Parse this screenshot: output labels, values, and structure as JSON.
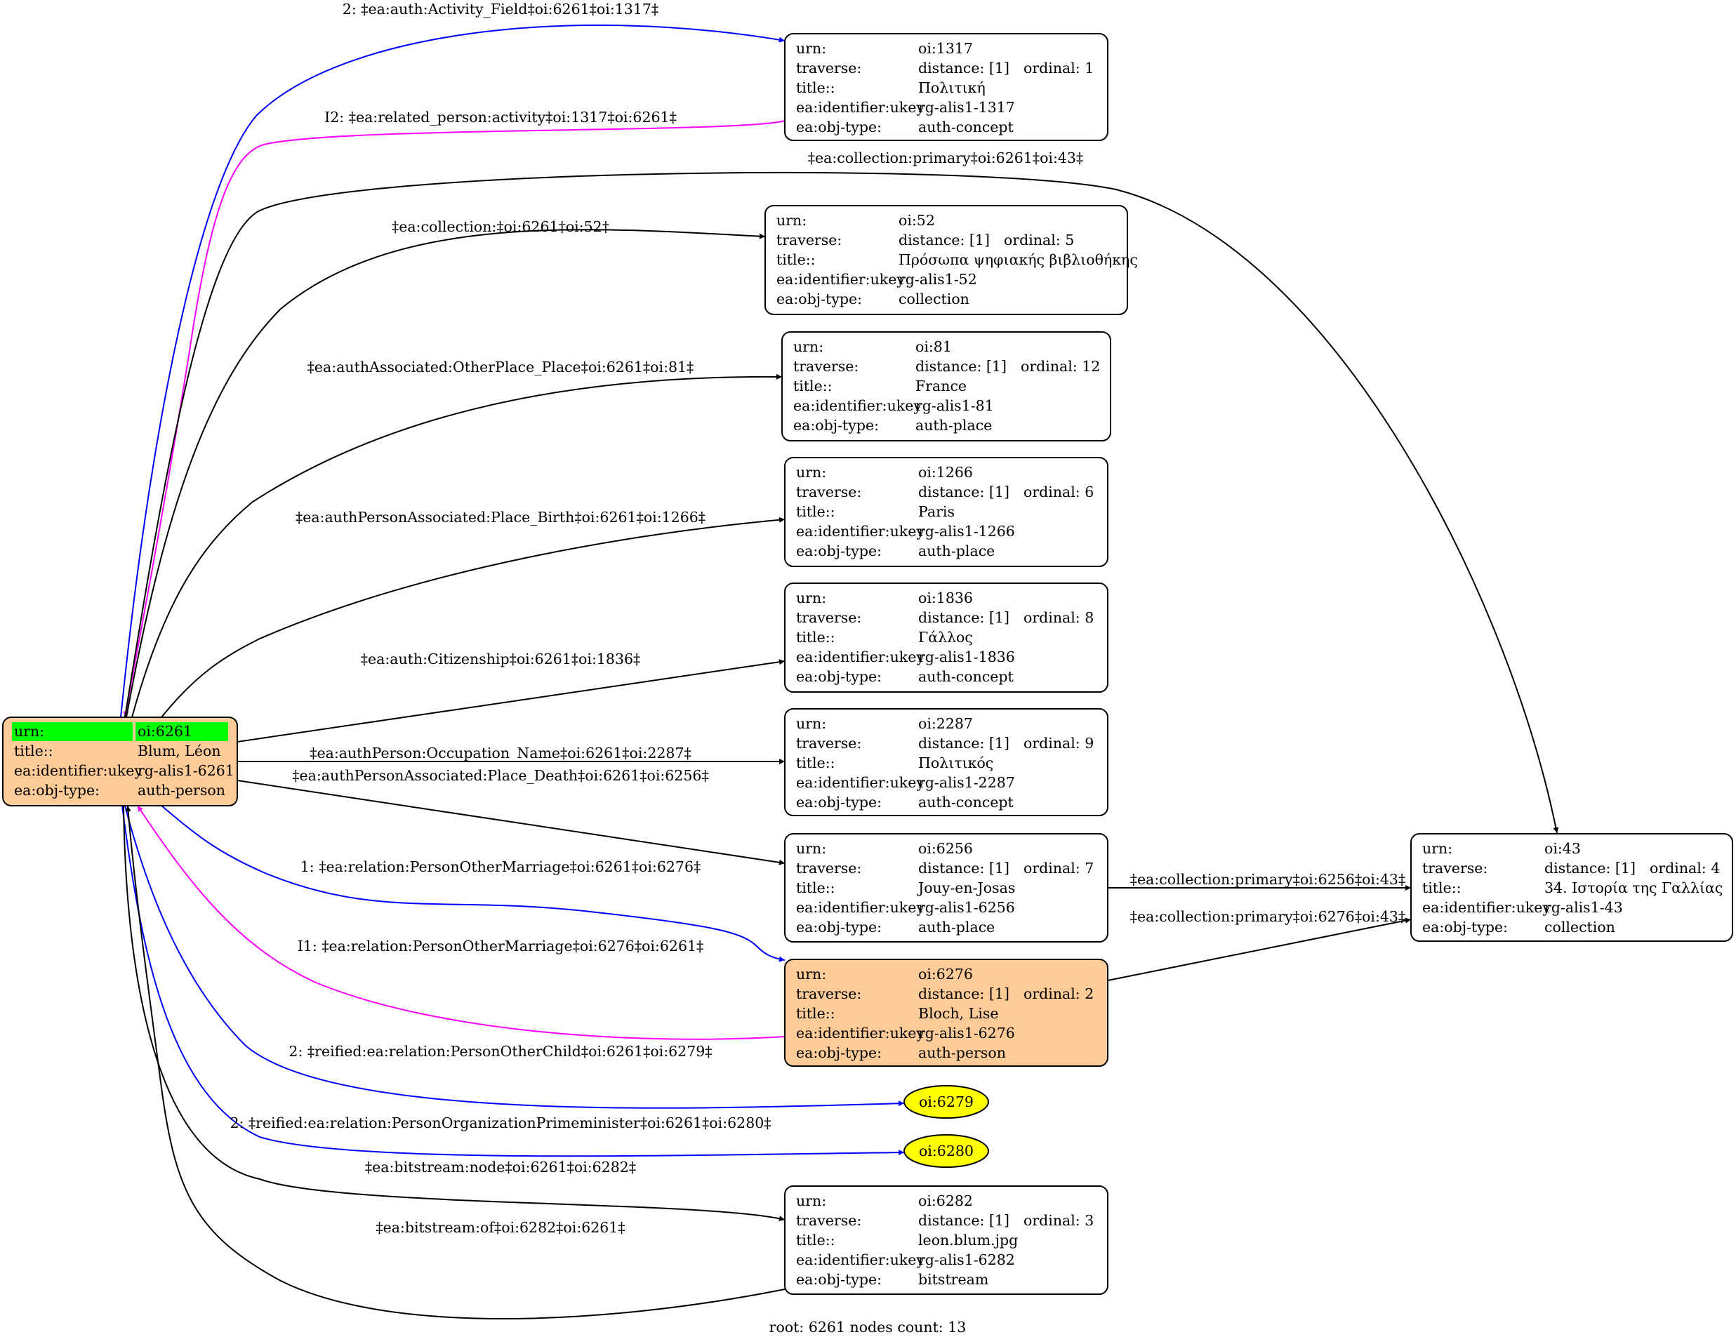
{
  "footer": "root: 6261 nodes count: 13",
  "colors": {
    "root_fill": "#ffcc99",
    "root_highlight": "#00ff00",
    "leaf_fill": "#ffff00",
    "edge_default": "#000000",
    "edge_forward": "#0000ff",
    "edge_inverse": "#ff00ff"
  },
  "root": {
    "id": "6261",
    "rows": [
      {
        "key": "urn:",
        "value": "oi:6261"
      },
      {
        "key": "title::",
        "value": "Blum, Léon"
      },
      {
        "key": "ea:identifier:ukey",
        "value": "rg-alis1-6261"
      },
      {
        "key": "ea:obj-type:",
        "value": "auth-person"
      }
    ]
  },
  "nodes": [
    {
      "id": "1317",
      "rows": [
        {
          "key": "urn:",
          "value": "oi:1317"
        },
        {
          "key": "traverse:",
          "value": "distance: [1]",
          "extra": "ordinal: 1"
        },
        {
          "key": "title::",
          "value": "Πολιτική"
        },
        {
          "key": "ea:identifier:ukey",
          "value": "rg-alis1-1317"
        },
        {
          "key": "ea:obj-type:",
          "value": "auth-concept"
        }
      ]
    },
    {
      "id": "52",
      "rows": [
        {
          "key": "urn:",
          "value": "oi:52"
        },
        {
          "key": "traverse:",
          "value": "distance: [1]",
          "extra": "ordinal: 5"
        },
        {
          "key": "title::",
          "value": "Πρόσωπα ψηφιακής βιβλιοθήκης"
        },
        {
          "key": "ea:identifier:ukey",
          "value": "rg-alis1-52"
        },
        {
          "key": "ea:obj-type:",
          "value": "collection"
        }
      ]
    },
    {
      "id": "81",
      "rows": [
        {
          "key": "urn:",
          "value": "oi:81"
        },
        {
          "key": "traverse:",
          "value": "distance: [1]",
          "extra": "ordinal: 12"
        },
        {
          "key": "title::",
          "value": "France"
        },
        {
          "key": "ea:identifier:ukey",
          "value": "rg-alis1-81"
        },
        {
          "key": "ea:obj-type:",
          "value": "auth-place"
        }
      ]
    },
    {
      "id": "1266",
      "rows": [
        {
          "key": "urn:",
          "value": "oi:1266"
        },
        {
          "key": "traverse:",
          "value": "distance: [1]",
          "extra": "ordinal: 6"
        },
        {
          "key": "title::",
          "value": "Paris"
        },
        {
          "key": "ea:identifier:ukey",
          "value": "rg-alis1-1266"
        },
        {
          "key": "ea:obj-type:",
          "value": "auth-place"
        }
      ]
    },
    {
      "id": "1836",
      "rows": [
        {
          "key": "urn:",
          "value": "oi:1836"
        },
        {
          "key": "traverse:",
          "value": "distance: [1]",
          "extra": "ordinal: 8"
        },
        {
          "key": "title::",
          "value": "Γάλλος"
        },
        {
          "key": "ea:identifier:ukey",
          "value": "rg-alis1-1836"
        },
        {
          "key": "ea:obj-type:",
          "value": "auth-concept"
        }
      ]
    },
    {
      "id": "2287",
      "rows": [
        {
          "key": "urn:",
          "value": "oi:2287"
        },
        {
          "key": "traverse:",
          "value": "distance: [1]",
          "extra": "ordinal: 9"
        },
        {
          "key": "title::",
          "value": "Πολιτικός"
        },
        {
          "key": "ea:identifier:ukey",
          "value": "rg-alis1-2287"
        },
        {
          "key": "ea:obj-type:",
          "value": "auth-concept"
        }
      ]
    },
    {
      "id": "6256",
      "rows": [
        {
          "key": "urn:",
          "value": "oi:6256"
        },
        {
          "key": "traverse:",
          "value": "distance: [1]",
          "extra": "ordinal: 7"
        },
        {
          "key": "title::",
          "value": "Jouy-en-Josas"
        },
        {
          "key": "ea:identifier:ukey",
          "value": "rg-alis1-6256"
        },
        {
          "key": "ea:obj-type:",
          "value": "auth-place"
        }
      ]
    },
    {
      "id": "6276",
      "rows": [
        {
          "key": "urn:",
          "value": "oi:6276"
        },
        {
          "key": "traverse:",
          "value": "distance: [1]",
          "extra": "ordinal: 2"
        },
        {
          "key": "title::",
          "value": "Bloch, Lise"
        },
        {
          "key": "ea:identifier:ukey",
          "value": "rg-alis1-6276"
        },
        {
          "key": "ea:obj-type:",
          "value": "auth-person"
        }
      ]
    },
    {
      "id": "6282",
      "rows": [
        {
          "key": "urn:",
          "value": "oi:6282"
        },
        {
          "key": "traverse:",
          "value": "distance: [1]",
          "extra": "ordinal: 3"
        },
        {
          "key": "title::",
          "value": "leon.blum.jpg"
        },
        {
          "key": "ea:identifier:ukey",
          "value": "rg-alis1-6282"
        },
        {
          "key": "ea:obj-type:",
          "value": "bitstream"
        }
      ]
    },
    {
      "id": "43",
      "rows": [
        {
          "key": "urn:",
          "value": "oi:43"
        },
        {
          "key": "traverse:",
          "value": "distance: [1]",
          "extra": "ordinal: 4"
        },
        {
          "key": "title::",
          "value": "34. Ιστορία της Γαλλίας"
        },
        {
          "key": "ea:identifier:ukey",
          "value": "rg-alis1-43"
        },
        {
          "key": "ea:obj-type:",
          "value": "collection"
        }
      ]
    }
  ],
  "leaves": [
    {
      "id": "6279",
      "label": "oi:6279"
    },
    {
      "id": "6280",
      "label": "oi:6280"
    }
  ],
  "edges": [
    {
      "id": "e1317",
      "label": "2: ‡ea:auth:Activity_Field‡oi:6261‡oi:1317‡"
    },
    {
      "id": "e1317i",
      "label": "I2: ‡ea:related_person:activity‡oi:1317‡oi:6261‡"
    },
    {
      "id": "e43",
      "label": "‡ea:collection:primary‡oi:6261‡oi:43‡"
    },
    {
      "id": "e52",
      "label": "‡ea:collection:‡oi:6261‡oi:52‡"
    },
    {
      "id": "e81",
      "label": "‡ea:authAssociated:OtherPlace_Place‡oi:6261‡oi:81‡"
    },
    {
      "id": "e1266",
      "label": "‡ea:authPersonAssociated:Place_Birth‡oi:6261‡oi:1266‡"
    },
    {
      "id": "e1836",
      "label": "‡ea:auth:Citizenship‡oi:6261‡oi:1836‡"
    },
    {
      "id": "e2287",
      "label": "‡ea:authPerson:Occupation_Name‡oi:6261‡oi:2287‡"
    },
    {
      "id": "e6256",
      "label": "‡ea:authPersonAssociated:Place_Death‡oi:6261‡oi:6256‡"
    },
    {
      "id": "e6276",
      "label": "1: ‡ea:relation:PersonOtherMarriage‡oi:6261‡oi:6276‡"
    },
    {
      "id": "e6276i",
      "label": "I1: ‡ea:relation:PersonOtherMarriage‡oi:6276‡oi:6261‡"
    },
    {
      "id": "e6279",
      "label": "2: ‡reified:ea:relation:PersonOtherChild‡oi:6261‡oi:6279‡"
    },
    {
      "id": "e6280",
      "label": "2: ‡reified:ea:relation:PersonOrganizationPrimeminister‡oi:6261‡oi:6280‡"
    },
    {
      "id": "e6282",
      "label": "‡ea:bitstream:node‡oi:6261‡oi:6282‡"
    },
    {
      "id": "e6282i",
      "label": "‡ea:bitstream:of‡oi:6282‡oi:6261‡"
    },
    {
      "id": "e6256c",
      "label": "‡ea:collection:primary‡oi:6256‡oi:43‡"
    },
    {
      "id": "e6276c",
      "label": "‡ea:collection:primary‡oi:6276‡oi:43‡"
    }
  ]
}
